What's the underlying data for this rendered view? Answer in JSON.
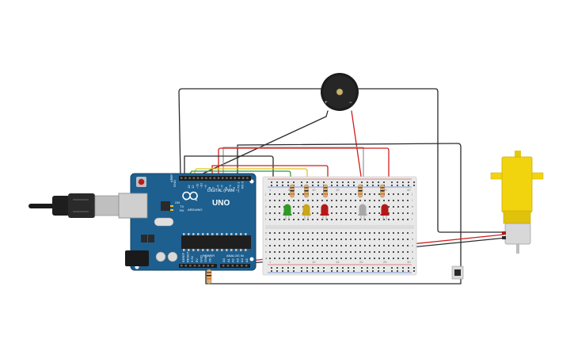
{
  "board": {
    "aref": "AREF",
    "gnd": "GND",
    "digital_label": "DIGITAL (PWM ~)",
    "uno": "UNO",
    "brand": "ARDUINO",
    "on": "ON",
    "tx": "TX",
    "rx": "RX",
    "power": "POWER",
    "analog": "ANALOG IN",
    "power_pins": [
      "IOREF",
      "RESET",
      "3.3V",
      "5V",
      "GND",
      "GND",
      "Vin"
    ],
    "analog_pins": [
      "A0",
      "A1",
      "A2",
      "A3",
      "A4",
      "A5"
    ],
    "digital_pins": [
      "13",
      "12",
      "~11",
      "~10",
      "~9",
      "8",
      "7",
      "~6",
      "~5",
      "4",
      "~3",
      "2",
      "TX 1",
      "RX 0"
    ]
  },
  "buzzer": {
    "plus": "+",
    "minus": "−"
  },
  "breadboard": {
    "col_numbers": [
      "1",
      "5",
      "10",
      "15",
      "20",
      "25",
      "30"
    ],
    "row_letters_top": [
      "j",
      "i",
      "h",
      "g",
      "f"
    ],
    "row_letters_bottom": [
      "e",
      "d",
      "c",
      "b",
      "a"
    ]
  },
  "colors": {
    "board": "#1d5f8f",
    "wire_black": "#2b2b2b",
    "wire_red": "#d01f1f",
    "wire_green": "#2f9e2f",
    "wire_yellow": "#e6c21f",
    "wire_grey": "#9a9a9a",
    "led_green": "#2f9a26",
    "led_yellow": "#c9a61a",
    "led_red": "#b41818",
    "led_white": "#a7a7a7",
    "motor": "#f2d40e"
  },
  "icons": [
    "usb-cable-icon",
    "arduino-infinity-logo-icon",
    "buzzer-icon",
    "dc-motor-icon",
    "pushbutton-icon"
  ]
}
